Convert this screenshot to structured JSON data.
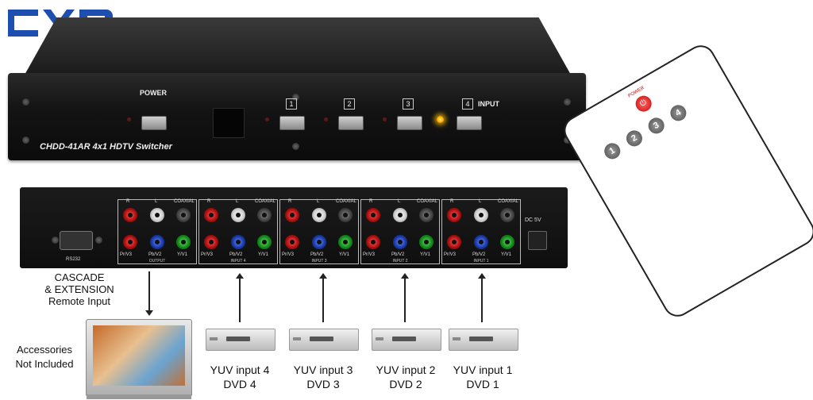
{
  "logo": {
    "text": "CYP",
    "color": "#1e4fb0"
  },
  "front": {
    "power_label": "POWER",
    "input_label": "INPUT",
    "model_label": "CHDD-41AR 4x1 HDTV Switcher",
    "input_numbers": [
      "1",
      "2",
      "3",
      "4"
    ],
    "active_input": "4"
  },
  "rear": {
    "rs232_label": "RS232",
    "dc_label": "DC 5V",
    "panels": [
      {
        "label": "OUTPUT",
        "top": [
          "R",
          "L",
          "COAXIAL"
        ],
        "bottom": [
          "Pr/V3",
          "Pb/V2",
          "Y/V1"
        ]
      },
      {
        "label": "INPUT 4",
        "top": [
          "R",
          "L",
          "COAXIAL"
        ],
        "bottom": [
          "Pr/V3",
          "Pb/V2",
          "Y/V1"
        ]
      },
      {
        "label": "INPUT 3",
        "top": [
          "R",
          "L",
          "COAXIAL"
        ],
        "bottom": [
          "Pr/V3",
          "Pb/V2",
          "Y/V1"
        ]
      },
      {
        "label": "INPUT 2",
        "top": [
          "R",
          "L",
          "COAXIAL"
        ],
        "bottom": [
          "Pr/V3",
          "Pb/V2",
          "Y/V1"
        ]
      },
      {
        "label": "INPUT 1",
        "top": [
          "R",
          "L",
          "COAXIAL"
        ],
        "bottom": [
          "Pr/V3",
          "Pb/V2",
          "Y/V1"
        ]
      }
    ]
  },
  "remote": {
    "power_label": "POWER",
    "buttons": [
      "1",
      "2",
      "3",
      "4"
    ]
  },
  "cascade": {
    "line1": "CASCADE",
    "line2": "& EXTENSION",
    "line3": "Remote Input"
  },
  "accessories": {
    "line1": "Accessories",
    "line2": "Not Included"
  },
  "dvds": [
    {
      "line1": "YUV input 4",
      "line2": "DVD 4"
    },
    {
      "line1": "YUV input 3",
      "line2": "DVD 3"
    },
    {
      "line1": "YUV input 2",
      "line2": "DVD 2"
    },
    {
      "line1": "YUV input 1",
      "line2": "DVD 1"
    }
  ]
}
